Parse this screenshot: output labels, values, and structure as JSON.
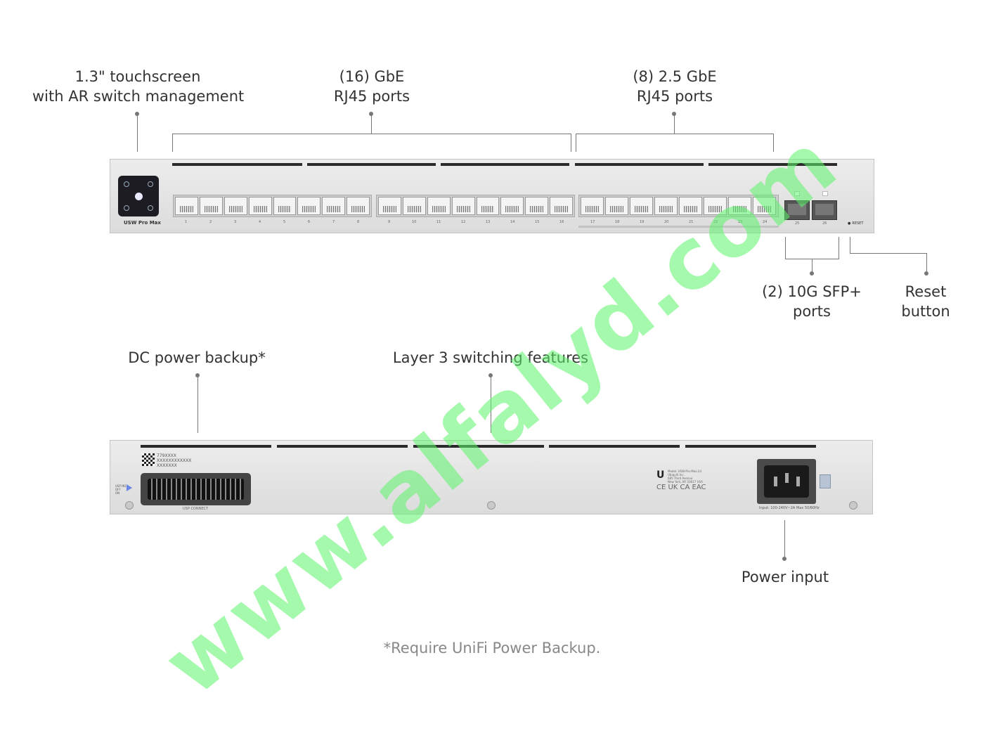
{
  "labels": {
    "touchscreen": [
      "1.3\" touchscreen",
      "with AR switch management"
    ],
    "gbe": [
      "(16) GbE",
      "RJ45 ports"
    ],
    "gbe25": [
      "(8) 2.5 GbE",
      "RJ45 ports"
    ],
    "sfp": [
      "(2) 10G SFP+",
      "ports"
    ],
    "reset": [
      "Reset",
      "button"
    ],
    "dc_backup": "DC power backup*",
    "layer3": "Layer 3 switching features",
    "power_input": "Power input"
  },
  "footnote": "*Require UniFi Power Backup.",
  "watermark": "www.alfalyd.com",
  "front_panel": {
    "model": "USW Pro Max",
    "port_numbers": [
      "1",
      "2",
      "3",
      "4",
      "5",
      "6",
      "7",
      "8",
      "9",
      "10",
      "11",
      "12",
      "13",
      "14",
      "15",
      "16",
      "17",
      "18",
      "19",
      "20",
      "21",
      "22",
      "23",
      "24"
    ],
    "sfp_numbers": [
      "25",
      "26"
    ],
    "reset_text": "RESET"
  },
  "rear_panel": {
    "usp_connect": "USP CONNECT",
    "ups_leds": [
      "USP IN1",
      "OFF",
      "ON"
    ],
    "serial": [
      "779XXXX",
      "XXXXXXXXXXXX",
      "XXXXXXX"
    ],
    "input_rating": "Input: 100-240V~2A Max 50/60Hz",
    "brand_mark": "U",
    "cert_marks": "CE UK CA EAC",
    "address": [
      "Model: USW-Pro-Max-24",
      "Ubiquiti Inc.",
      "685 Third Avenue",
      "New York, NY 10017 USA"
    ]
  },
  "colors": {
    "watermark": "#5df56a",
    "chassis": "#e3e3e3",
    "leader": "#777777"
  }
}
